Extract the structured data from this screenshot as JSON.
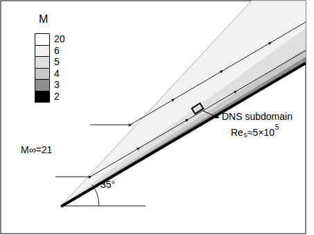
{
  "diagram": {
    "labels": [
      "M",
      "M∞=21",
      "35°",
      "DNS subdomain",
      "Re",
      "s",
      "≈5×10",
      "5"
    ],
    "legend": [
      {
        "text": "20",
        "color": "#ffffff"
      },
      {
        "text": "6",
        "color": "#f2f2f2"
      },
      {
        "text": "5",
        "color": "#e0e0e0"
      },
      {
        "text": "4",
        "color": "#c8c8c8"
      },
      {
        "text": "3",
        "color": "#909090"
      },
      {
        "text": "2",
        "color": "#000000"
      }
    ]
  }
}
